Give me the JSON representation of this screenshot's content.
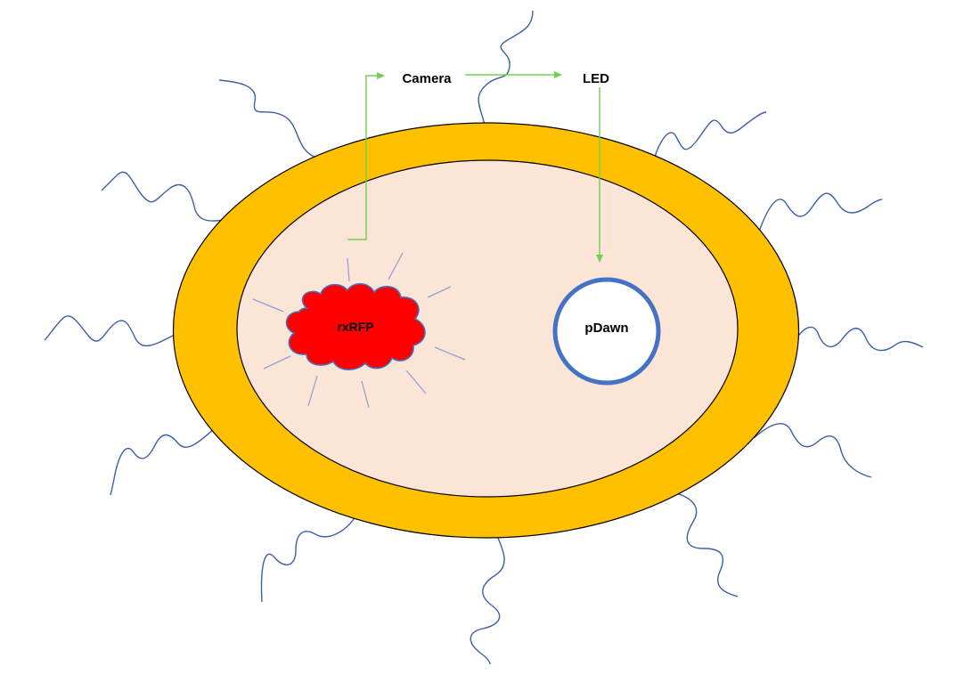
{
  "labels": {
    "camera": "Camera",
    "led": "LED",
    "rxrfp": "rxRFP",
    "pdawn": "pDawn"
  },
  "colors": {
    "outer_ring": "#FFC000",
    "inner_cell": "#FCE4D6",
    "outline": "#000000",
    "arrow": "#70D050",
    "cloud_fill": "#FF0000",
    "cloud_stroke": "#4472C4",
    "glow_rays": "#8FA3D6",
    "vesicle_fill": "#FFFFFF",
    "vesicle_stroke": "#4472C4",
    "flagella": "#3B5FA8"
  },
  "icons": {
    "cloud": "cloud-shape",
    "flagellum": "wavy-line"
  }
}
